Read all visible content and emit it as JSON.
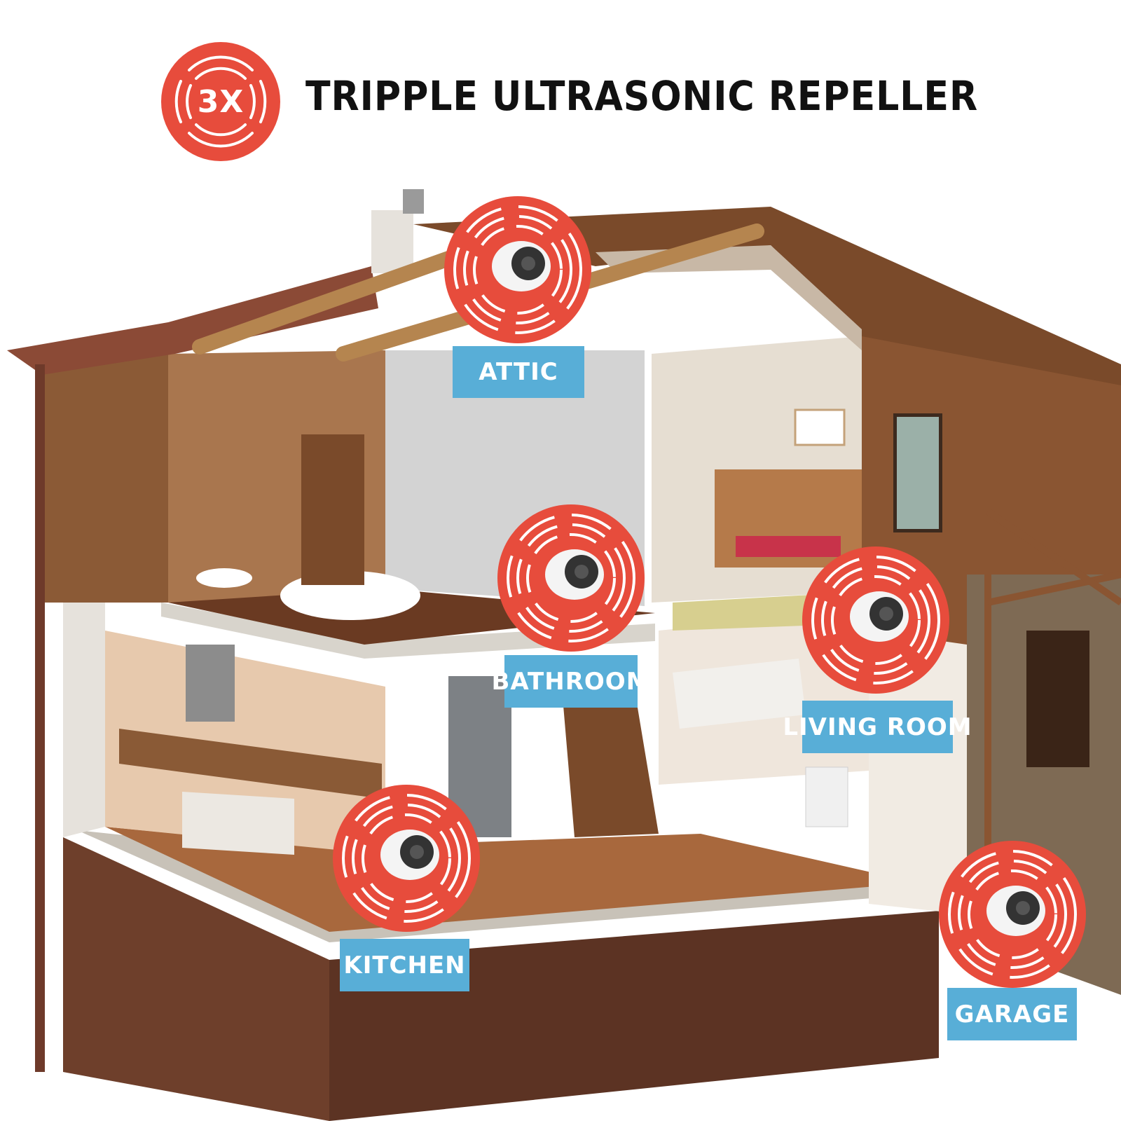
{
  "header": {
    "badge_text": "3X",
    "title": "TRIPPLE ULTRASONIC REPELLER"
  },
  "locations": [
    {
      "id": "attic",
      "label": "ATTIC"
    },
    {
      "id": "bathroom",
      "label": "BATHROOM"
    },
    {
      "id": "living-room",
      "label": "LIVING ROOM"
    },
    {
      "id": "kitchen",
      "label": "KITCHEN"
    },
    {
      "id": "garage",
      "label": "GARAGE"
    }
  ],
  "colors": {
    "badge_red": "#e74c3c",
    "label_blue": "#58aed7",
    "title_black": "#111111",
    "wood_dark": "#7a4a2a",
    "wood_light": "#a9764e",
    "roof": "#8b4a36",
    "floor": "#a8683d",
    "foundation": "#6e3f2b"
  },
  "icons": {
    "header_badge": "ultrasonic-waves-icon",
    "sensor": "ultrasonic-repeller-device-icon"
  }
}
